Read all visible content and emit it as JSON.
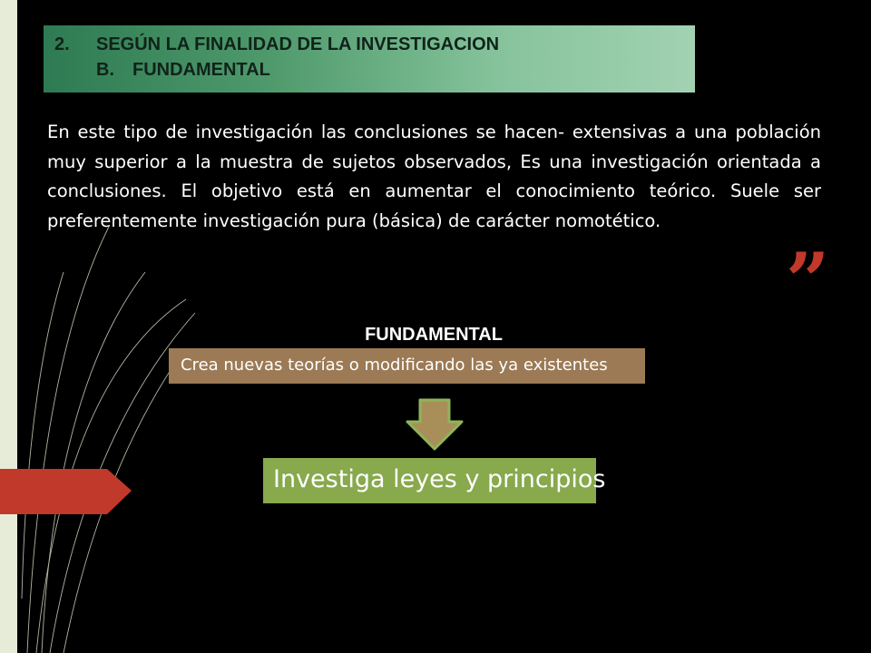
{
  "header": {
    "line1_number": "2.",
    "line1_text": "SEGÚN LA FINALIDAD DE LA INVESTIGACION",
    "line2_number": "B.",
    "line2_text": "FUNDAMENTAL"
  },
  "body_text": "En este tipo de investigación las conclusiones se hacen- extensivas a una población muy superior a la muestra de sujetos observados, Es una investigación orientada a conclusiones. El objetivo está en aumentar el conocimiento teórico. Suele ser preferentemente investigación pura (básica) de carácter nomotético.",
  "quote_mark": "”",
  "diagram": {
    "label": "FUNDAMENTAL",
    "box1_text": "Crea nuevas teorías o modificando las ya existentes",
    "box2_text": "Investiga leyes y principios"
  },
  "colors": {
    "header_green": "#4f9a6c",
    "quote_red": "#c0392b",
    "brown_box": "#9b7a55",
    "green_box": "#88a94c",
    "arrow_fill": "#a88f5a",
    "arrow_stroke": "#8fb45a",
    "side_arrow_red": "#c0392b"
  },
  "icons": [
    "down-arrow-icon",
    "red-side-arrow-icon",
    "closing-quote-icon"
  ]
}
